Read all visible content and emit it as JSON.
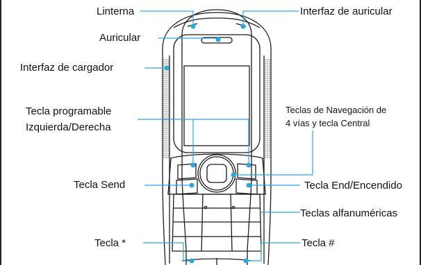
{
  "labels": {
    "linterna": "Linterna",
    "auricular": "Auricular",
    "interfaz_cargador": "Interfaz de cargador",
    "tecla_programable_1": "Tecla   programable",
    "tecla_programable_2": "Izquierda/Derecha",
    "tecla_send": "Tecla Send",
    "tecla_asterisco": "Tecla *",
    "interfaz_auricular": "Interfaz de auricular",
    "navegacion_1": "Teclas de Navegación de",
    "navegacion_2": "4 vías y tecla Central",
    "tecla_end": "Tecla End/Encendido",
    "teclas_alfanumericas": "Teclas alfanuméricas",
    "tecla_numeral": "Tecla #"
  },
  "colors": {
    "callout": "#2aa8e0",
    "outline": "#1a1a1a"
  }
}
